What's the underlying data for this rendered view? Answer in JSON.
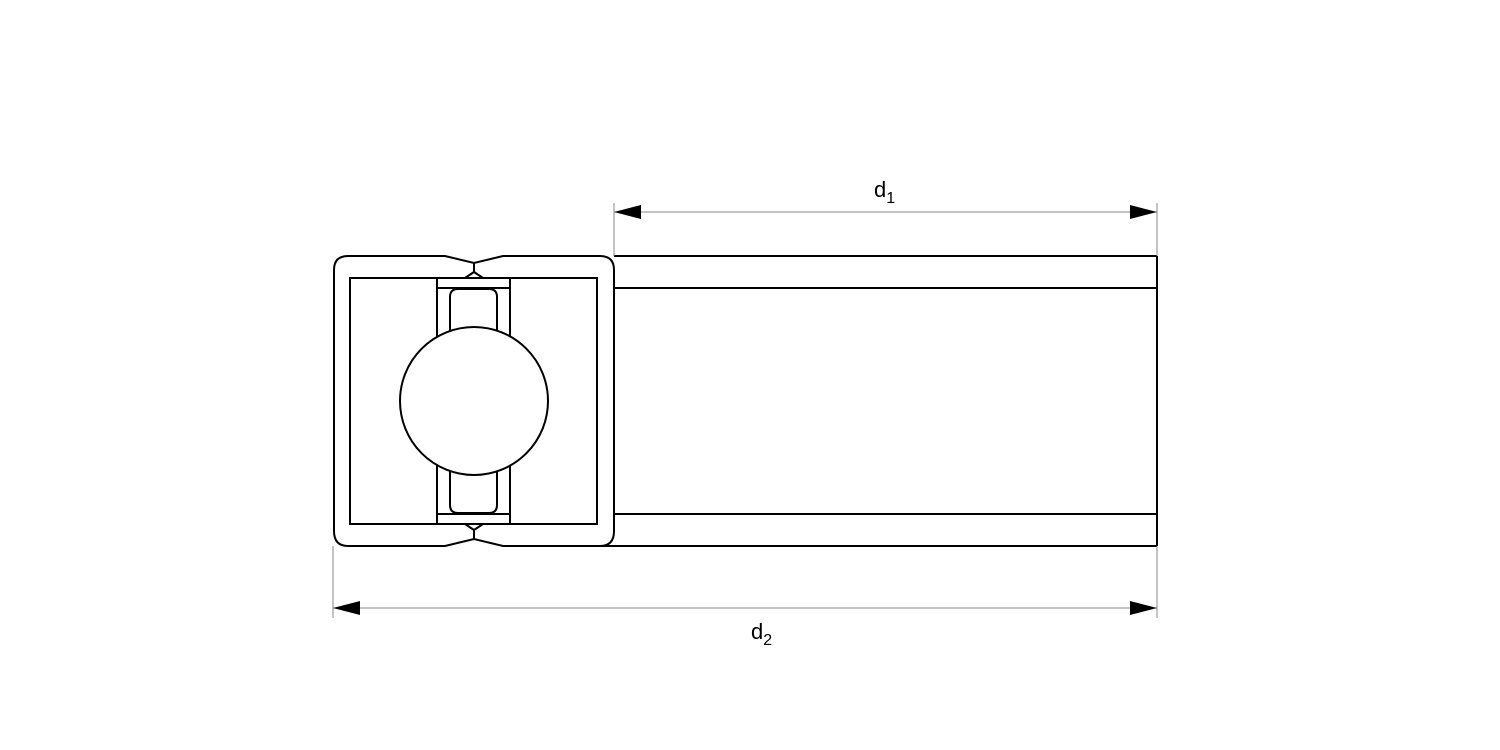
{
  "diagram": {
    "dimensions": [
      {
        "label": "d",
        "subscript": "1"
      },
      {
        "label": "d",
        "subscript": "2"
      }
    ],
    "colors": {
      "line": "#000000",
      "dimension_line": "#888888",
      "background": "#ffffff"
    }
  }
}
